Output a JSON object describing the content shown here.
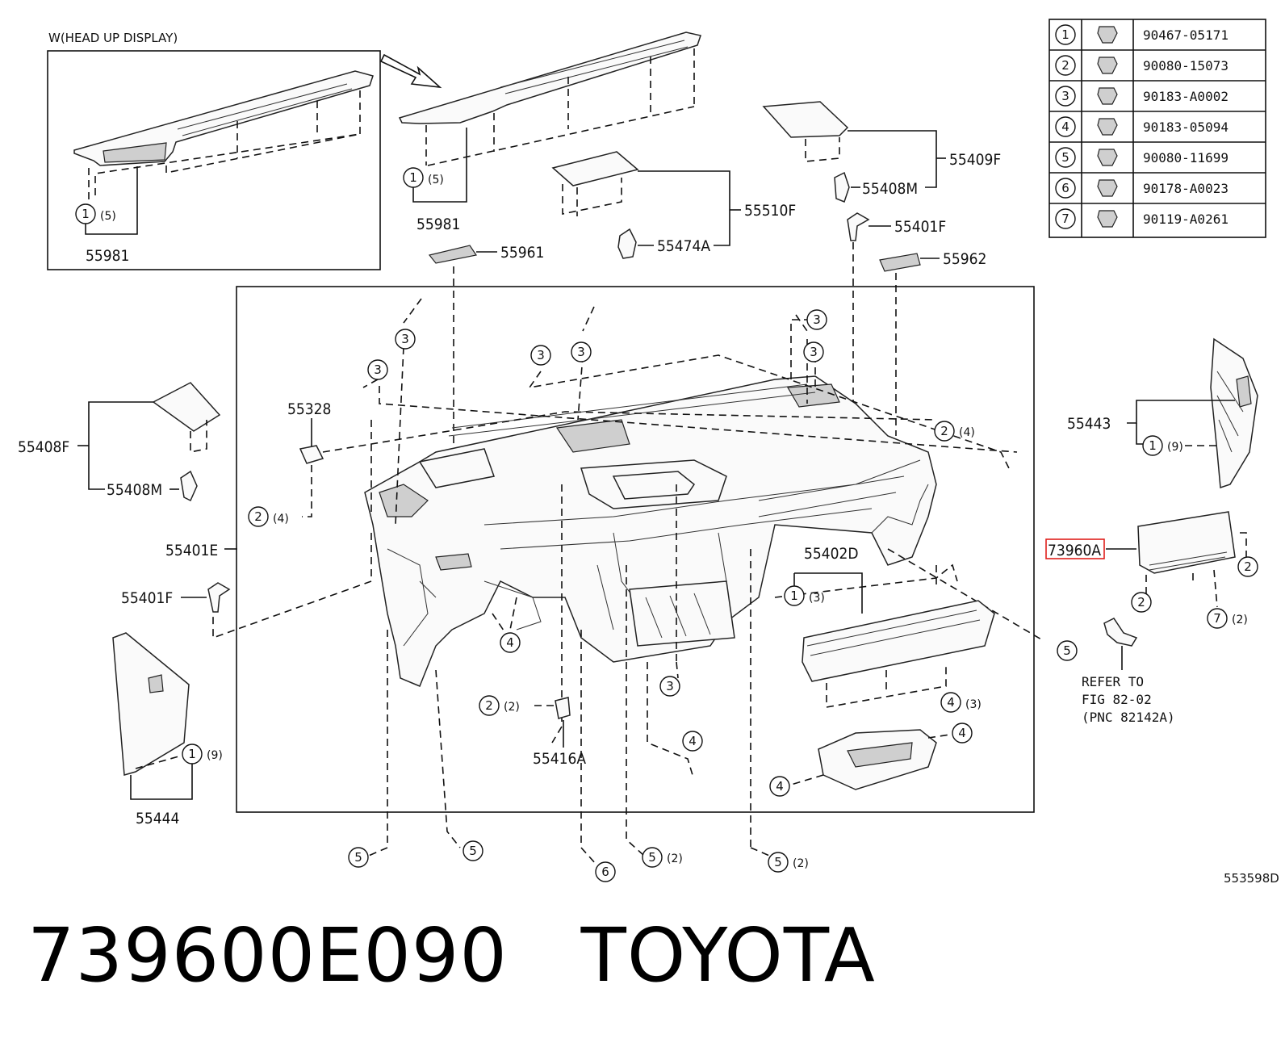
{
  "inset_title": "W(HEAD UP DISPLAY)",
  "fastener_table": [
    {
      "no": "1",
      "part": "90467-05171"
    },
    {
      "no": "2",
      "part": "90080-15073"
    },
    {
      "no": "3",
      "part": "90183-A0002"
    },
    {
      "no": "4",
      "part": "90183-05094"
    },
    {
      "no": "5",
      "part": "90080-11699"
    },
    {
      "no": "6",
      "part": "90178-A0023"
    },
    {
      "no": "7",
      "part": "90119-A0261"
    }
  ],
  "labels": {
    "p55981_inset": "55981",
    "p55981": "55981",
    "p55961": "55961",
    "p55510F": "55510F",
    "p55474A": "55474A",
    "p55409F": "55409F",
    "p55408M_top": "55408M",
    "p55401F_top": "55401F",
    "p55962": "55962",
    "p55408F": "55408F",
    "p55408M_left": "55408M",
    "p55328": "55328",
    "p55401E": "55401E",
    "p55401F_left": "55401F",
    "p55444": "55444",
    "p55402D": "55402D",
    "p55416A": "55416A",
    "p55443": "55443",
    "p73960A": "73960A",
    "refer1": "REFER TO",
    "refer2": "FIG 82-02",
    "refer3": "(PNC 82142A)",
    "drawing_no": "553598D"
  },
  "quantities": {
    "q5": "(5)",
    "q4": "(4)",
    "q3": "(3)",
    "q2": "(2)",
    "q9": "(9)"
  },
  "footer": {
    "part_number": "739600E090",
    "brand": "TOYOTA"
  },
  "colors": {
    "highlight": "#e0201c",
    "ink": "#111111"
  }
}
